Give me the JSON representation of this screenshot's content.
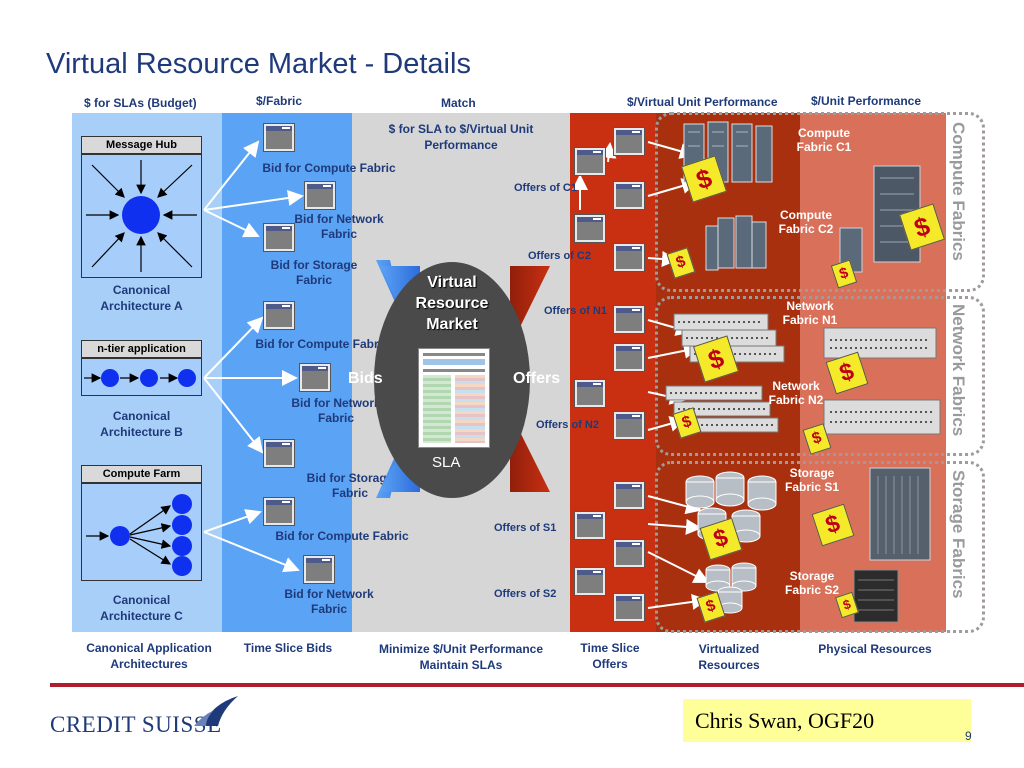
{
  "title": "Virtual Resource Market - Details",
  "headers": {
    "slas_budget": "$ for SLAs (Budget)",
    "fabric": "$/Fabric",
    "match": "Match",
    "virtual_unit_perf": "$/Virtual Unit Performance",
    "unit_perf": "$/Unit Performance"
  },
  "match_subtitle": "$ for SLA to $/Virtual Unit Performance",
  "architectures": {
    "a": {
      "box_title": "Message Hub",
      "label": "Canonical Architecture A"
    },
    "b": {
      "box_title": "n-tier application",
      "label": "Canonical Architecture B"
    },
    "c": {
      "box_title": "Compute Farm",
      "label": "Canonical Architecture C"
    }
  },
  "bids": {
    "compute_a": "Bid for Compute Fabric",
    "network_a": "Bid for Network Fabric",
    "storage_a": "Bid for Storage Fabric",
    "compute_b": "Bid for Compute Fabric",
    "network_b": "Bid for Network Fabric",
    "storage_b": "Bid for Storage Fabric",
    "compute_c": "Bid for Compute Fabric",
    "network_c": "Bid for Network Fabric"
  },
  "market": {
    "title_line1": "Virtual",
    "title_line2": "Resource",
    "title_line3": "Market",
    "bids_label": "Bids",
    "offers_label": "Offers",
    "sla_label": "SLA"
  },
  "offers": {
    "c1": "Offers of C1",
    "c2": "Offers of C2",
    "n1": "Offers of N1",
    "n2": "Offers of N2",
    "s1": "Offers of S1",
    "s2": "Offers of S2"
  },
  "fabrics": {
    "compute_c1": "Compute Fabric C1",
    "compute_c2": "Compute Fabric C2",
    "network_n1": "Network Fabric N1",
    "network_n2": "Network Fabric N2",
    "storage_s1": "Storage Fabric S1",
    "storage_s2": "Storage Fabric S2"
  },
  "side_labels": {
    "compute": "Compute Fabrics",
    "network": "Network Fabrics",
    "storage": "Storage Fabrics"
  },
  "footers": {
    "canonical_app_arch": "Canonical Application Architectures",
    "time_slice_bids": "Time Slice Bids",
    "minimize": "Minimize $/Unit Performance Maintain SLAs",
    "time_slice_offers": "Time Slice Offers",
    "virtualized": "Virtualized Resources",
    "physical": "Physical Resources"
  },
  "price_symbol": "$",
  "company_logo": "CREDIT SUISSE",
  "presenter": "Chris Swan, OGF20",
  "page_number": "9",
  "colors": {
    "col_light_blue": "#a8cff8",
    "col_blue": "#5ba3f5",
    "col_gray": "#d6d6d6",
    "col_red": "#c93012",
    "col_dark_red": "#a8300f",
    "col_salmon": "#d9705a",
    "title": "#1f3a7a",
    "divider": "#b01e2e",
    "presenter_bg": "#ffff99"
  }
}
